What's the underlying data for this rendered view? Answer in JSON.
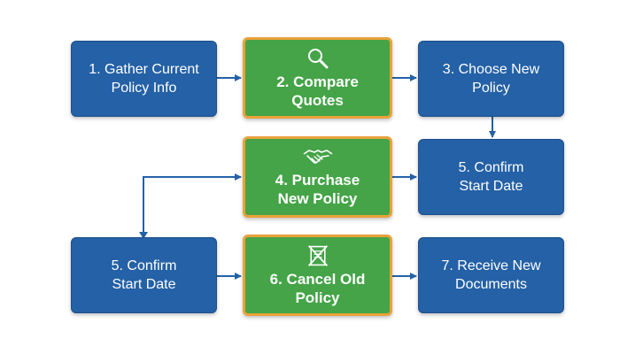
{
  "steps": [
    {
      "label": "1. Gather Current\nPolicy Info",
      "style": "blue"
    },
    {
      "label": "2. Compare\nQuotes",
      "style": "green",
      "icon": "magnifier-icon"
    },
    {
      "label": "3. Choose New\nPolicy",
      "style": "blue"
    },
    {
      "label": "4. Purchase\nNew Policy",
      "style": "green",
      "icon": "handshake-icon"
    },
    {
      "label": "5. Confirm\nStart Date",
      "style": "blue"
    },
    {
      "label": "5. Confirm\nStart Date",
      "style": "blue"
    },
    {
      "label": "6. Cancel Old\nPolicy",
      "style": "green",
      "icon": "crossed-document-icon"
    },
    {
      "label": "7. Receive New\nDocuments",
      "style": "blue"
    }
  ],
  "colors": {
    "blue_box": "#2461a6",
    "green_box": "#44a447",
    "green_border": "#e9a23a",
    "arrow": "#2461a6"
  }
}
